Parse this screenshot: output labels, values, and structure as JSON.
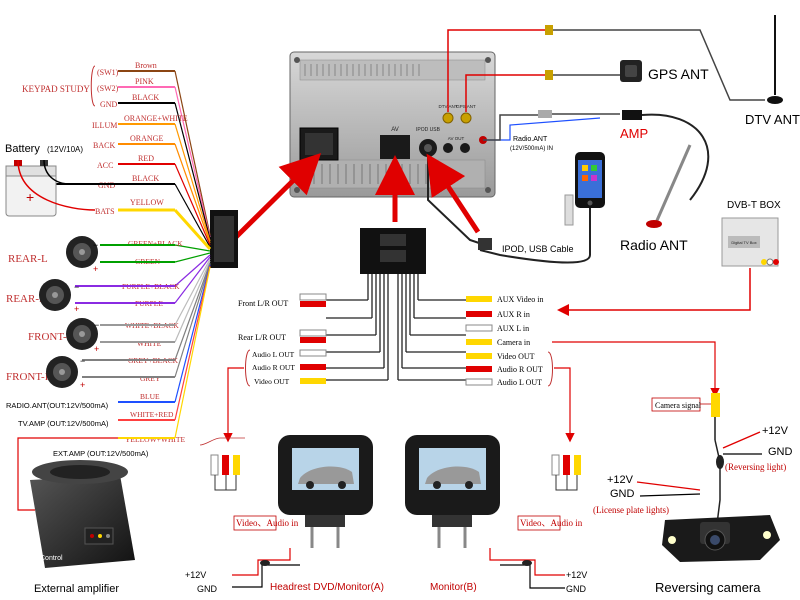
{
  "keypad": {
    "title": "KEYPAD STUDY",
    "rows": [
      {
        "pin": "(SW1)",
        "color": "Brown",
        "hex": "#8b4513"
      },
      {
        "pin": "(SW2)",
        "color": "PINK",
        "hex": "#ff69b4"
      },
      {
        "pin": "GND",
        "color": "BLACK",
        "hex": "#000000"
      }
    ]
  },
  "power_rows": [
    {
      "pin": "ILLUM",
      "color": "ORANGE+WHITE",
      "hex": "#ff9900"
    },
    {
      "pin": "BACK",
      "color": "ORANGE",
      "hex": "#ff8c00"
    },
    {
      "pin": "ACC",
      "color": "RED",
      "hex": "#e00000"
    },
    {
      "pin": "GND",
      "color": "BLACK",
      "hex": "#000000"
    },
    {
      "pin": "BATS",
      "color": "YELLOW",
      "hex": "#ffd700"
    }
  ],
  "battery": {
    "label": "Battery",
    "spec": "(12V/10A)"
  },
  "speakers": [
    {
      "name": "REAR-L",
      "wire_pos": "GREEN+BLACK",
      "wire_neg": "GREEN",
      "hex": "#00a000"
    },
    {
      "name": "REAR-R",
      "wire_pos": "PURPLE+BLACK",
      "wire_neg": "PURPLE",
      "hex": "#8a2be2"
    },
    {
      "name": "FRONT-L",
      "wire_pos": "WHITE+BLACK",
      "wire_neg": "WHITE",
      "hex": "#bbbbbb"
    },
    {
      "name": "FRONT-R",
      "wire_pos": "GREY+BLACK",
      "wire_neg": "GREY",
      "hex": "#808080"
    }
  ],
  "outputs": [
    {
      "label": "RADIO.ANT(OUT:12V/500mA)",
      "color": "BLUE",
      "hex": "#1e50ff"
    },
    {
      "label": "TV.AMP (OUT:12V/500mA)",
      "color": "WHITE+RED",
      "hex": "#ff4040"
    },
    {
      "label": "EXT.AMP (OUT:12V/500mA)",
      "color": "YELLOW+WHITE",
      "hex": "#ffd700"
    }
  ],
  "external_amp": {
    "title": "External amplifier",
    "control": "Control"
  },
  "head_unit": {
    "av": "AV",
    "dtv_ant": "DTV ANT",
    "gps_ant": "GPS ANT",
    "ipod_usb": "IPOD USB",
    "av_out": "AV OUT"
  },
  "gps": {
    "label": "GPS ANT"
  },
  "dtv": {
    "label": "DTV ANT"
  },
  "radio": {
    "label": "Radio.ANT",
    "spec": "(12V/500mA) IN",
    "amp": "AMP",
    "ant_label": "Radio ANT"
  },
  "ipod": {
    "cable": "IPOD, USB Cable"
  },
  "dvbt": {
    "title": "DVB-T BOX",
    "screen": "Digital TV Box"
  },
  "rca_left": [
    "Front L/R OUT",
    "Rear L/R OUT",
    "Audio L OUT",
    "Audio R OUT",
    "Video OUT"
  ],
  "rca_right": [
    "AUX Video in",
    "AUX R in",
    "AUX L in",
    "Camera in",
    "Video OUT",
    "Audio R OUT",
    "Audio L OUT"
  ],
  "monitor_a": {
    "title": "Headrest DVD/Monitor(A)",
    "video_audio": "Video、Audio in",
    "v12": "+12V",
    "gnd": "GND"
  },
  "monitor_b": {
    "title": "Monitor(B)",
    "video_audio": "Video、Audio in",
    "v12": "+12V",
    "gnd": "GND"
  },
  "camera": {
    "title": "Reversing camera",
    "signal": "Camera signal",
    "v12_rev": "+12V",
    "gnd_rev": "GND",
    "rev_light": "(Reversing light)",
    "v12_lic": "+12V",
    "gnd_lic": "GND",
    "lic_light": "(License plate lights)"
  }
}
